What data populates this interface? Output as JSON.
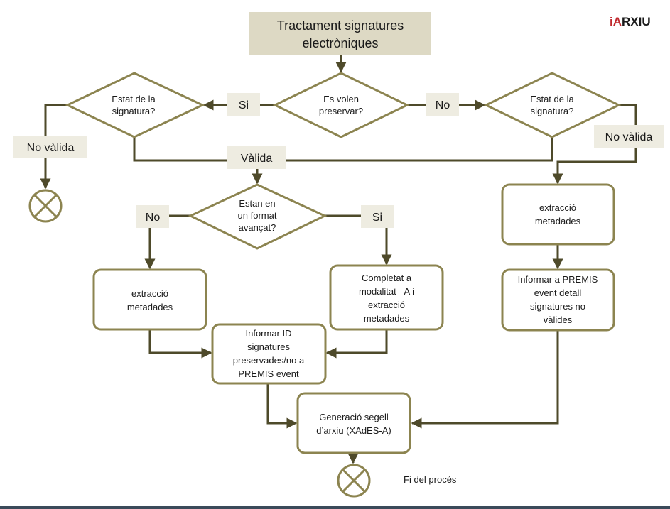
{
  "logo": {
    "text": "iARXIU"
  },
  "title": {
    "line1": "Tractament signatures",
    "line2": "electròniques"
  },
  "decision_preserve": {
    "line1": "Es volen",
    "line2": "preservar?"
  },
  "decision_state_left": {
    "line1": "Estat de la",
    "line2": "signatura?"
  },
  "decision_state_right": {
    "line1": "Estat de la",
    "line2": "signatura?"
  },
  "decision_format": {
    "line1": "Estan en",
    "line2": "un format",
    "line3": "avançat?"
  },
  "labels": {
    "si_left": "Si",
    "no_right": "No",
    "no_valida_left": "No vàlida",
    "no_valida_right": "No vàlida",
    "valida": "Vàlida",
    "no_format": "No",
    "si_format": "Si"
  },
  "box_extract_left": {
    "line1": "extracció",
    "line2": "metadades"
  },
  "box_complete": {
    "line1": "Completat a",
    "line2": "modalitat –A i",
    "line3": "extracció",
    "line4": "metadades"
  },
  "box_extract_right": {
    "line1": "extracció",
    "line2": "metadades"
  },
  "box_premis_right": {
    "line1": "Informar a PREMIS",
    "line2": "event detall",
    "line3": "signatures no",
    "line4": "vàlides"
  },
  "box_premis_id": {
    "line1": "Informar ID",
    "line2": "signatures",
    "line3": "preservades/no  a",
    "line4": "PREMIS event"
  },
  "box_segell": {
    "line1": "Generació segell",
    "line2": "d’arxiu (XAdES-A)"
  },
  "end_label": "Fi del procés",
  "colors": {
    "line": "#4e4a2a",
    "box_border": "#8c8450",
    "title_fill": "#ddd9c4",
    "label_fill": "#eeece1",
    "logo_red": "#c0282d"
  }
}
